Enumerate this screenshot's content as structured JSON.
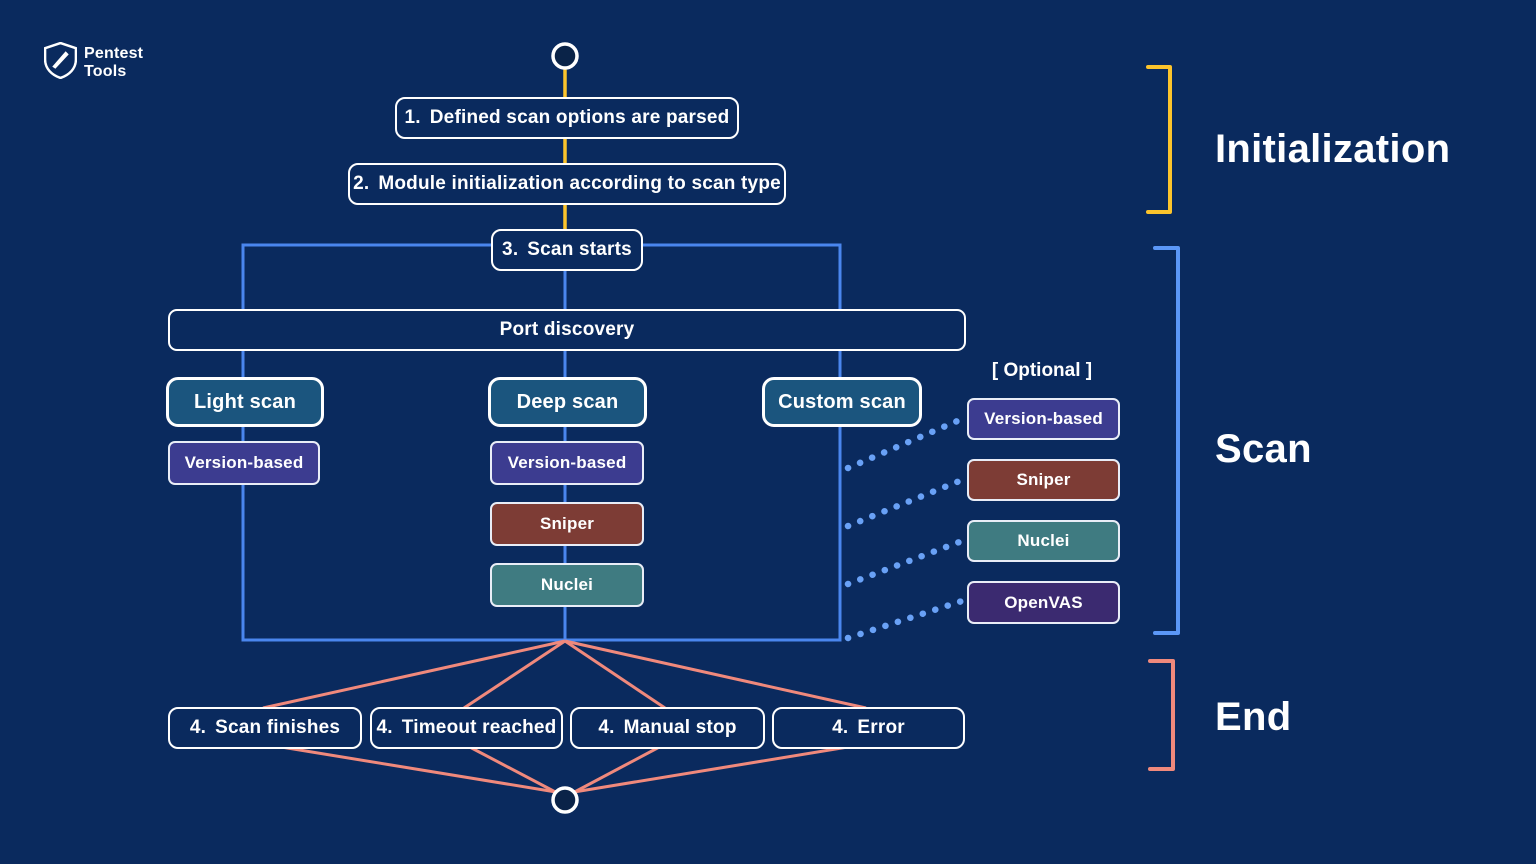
{
  "background_color": "#0a2a5e",
  "brand": {
    "line1": "Pentest",
    "line2": "Tools"
  },
  "sections": [
    {
      "id": "initialization",
      "label": "Initialization",
      "color": "#fcc42c"
    },
    {
      "id": "scan",
      "label": "Scan",
      "color": "#5b97f7"
    },
    {
      "id": "end",
      "label": "End",
      "color": "#f0897c"
    }
  ],
  "init_steps": [
    {
      "number": "1.",
      "text": "Defined scan options are parsed"
    },
    {
      "number": "2.",
      "text": "Module initialization according to scan type"
    },
    {
      "number": "3.",
      "text": "Scan starts"
    }
  ],
  "port_discovery_label": "Port discovery",
  "scan_types": [
    {
      "label": "Light scan"
    },
    {
      "label": "Deep scan"
    },
    {
      "label": "Custom scan"
    }
  ],
  "light_modules": [
    {
      "label": "Version-based",
      "color": "#3c3c90"
    }
  ],
  "deep_modules": [
    {
      "label": "Version-based",
      "color": "#3c3c90"
    },
    {
      "label": "Sniper",
      "color": "#7d3c35"
    },
    {
      "label": "Nuclei",
      "color": "#3f7b81"
    }
  ],
  "optional": {
    "header": "[ Optional ]",
    "modules": [
      {
        "label": "Version-based",
        "color": "#3c3c90"
      },
      {
        "label": "Sniper",
        "color": "#7d3c35"
      },
      {
        "label": "Nuclei",
        "color": "#3f7b81"
      },
      {
        "label": "OpenVAS",
        "color": "#3b2a70"
      }
    ]
  },
  "end_steps": [
    {
      "number": "4.",
      "text": "Scan finishes"
    },
    {
      "number": "4.",
      "text": "Timeout reached"
    },
    {
      "number": "4.",
      "text": "Manual stop"
    },
    {
      "number": "4.",
      "text": "Error"
    }
  ],
  "line_colors": {
    "initialization_line": "#fcc42c",
    "scan_lines": "#4a86ee",
    "dotted_optional_lines": "#69a1f6",
    "end_lines": "#f0897c"
  }
}
